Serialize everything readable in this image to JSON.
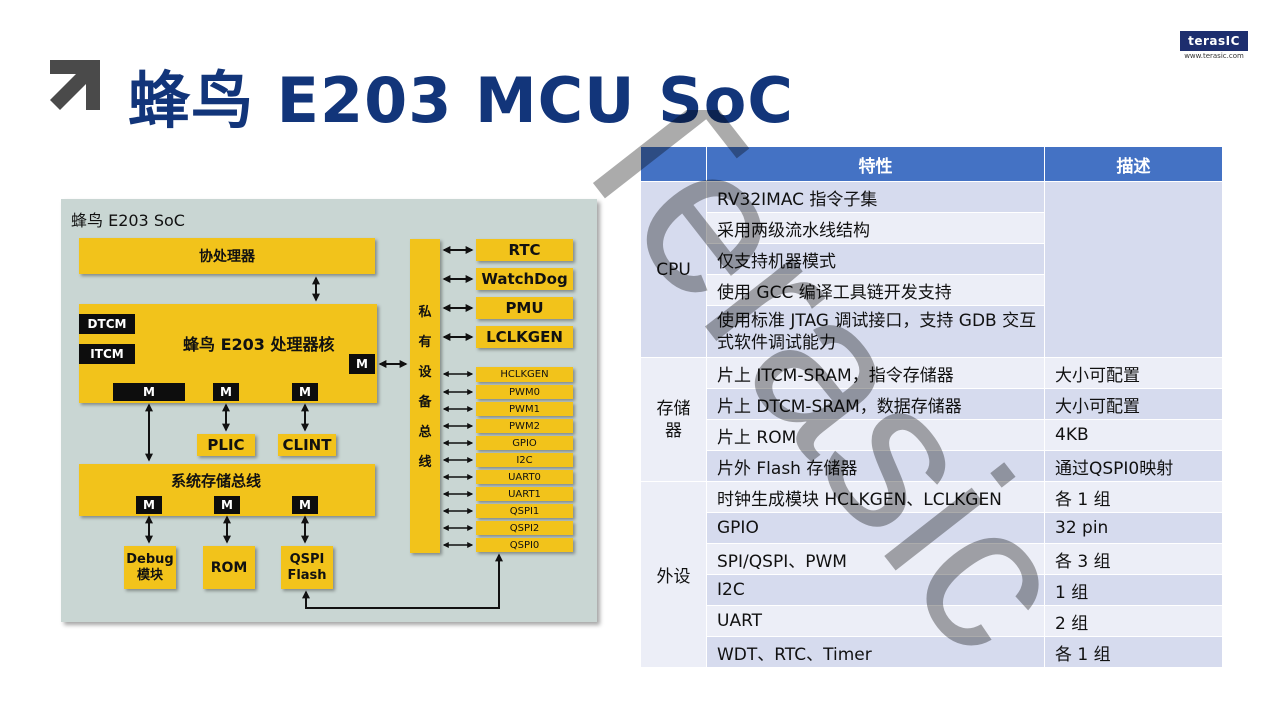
{
  "slide": {
    "title": "蜂鸟 E203 MCU SoC",
    "icons": {
      "title_arrow": "arrow-up-right-icon"
    }
  },
  "logo": {
    "brand": "terasIC",
    "url": "www.terasic.com"
  },
  "watermark": {
    "text": "Terasic"
  },
  "diagram": {
    "title": "蜂鸟 E203 SoC",
    "coprocessor": "协处理器",
    "core": "蜂鸟 E203 处理器核",
    "dtcm": "DTCM",
    "itcm": "ITCM",
    "master": "M",
    "plic": "PLIC",
    "clint": "CLINT",
    "system_bus": "系统存储总线",
    "debug": "Debug 模块",
    "rom": "ROM",
    "qspi_flash": "QSPI Flash",
    "private_bus_chars": [
      "私",
      "有",
      "设",
      "备",
      "总",
      "线"
    ],
    "private_peripherals": [
      "RTC",
      "WatchDog",
      "PMU",
      "LCLKGEN"
    ],
    "bus_peripherals": [
      "HCLKGEN",
      "PWM0",
      "PWM1",
      "PWM2",
      "GPIO",
      "I2C",
      "UART0",
      "UART1",
      "QSPI1",
      "QSPI2",
      "QSPI0"
    ],
    "colors": {
      "background": "#c9d6d3",
      "block": "#f2c31b",
      "master": "#0d0d0d"
    }
  },
  "table": {
    "headers": {
      "feature": "特性",
      "description": "描述"
    },
    "categories": {
      "cpu": "CPU",
      "storage": "存储器",
      "peripheral": "外设"
    },
    "rows": [
      {
        "feature": "RV32IMAC 指令子集",
        "description": ""
      },
      {
        "feature": "采用两级流水线结构",
        "description": ""
      },
      {
        "feature": "仅支持机器模式",
        "description": ""
      },
      {
        "feature": "使用 GCC 编译工具链开发支持",
        "description": ""
      },
      {
        "feature": "使用标准 JTAG 调试接口，支持 GDB 交互式软件调试能力",
        "description": ""
      },
      {
        "feature": "片上 ITCM-SRAM，指令存储器",
        "description": "大小可配置"
      },
      {
        "feature": "片上 DTCM-SRAM，数据存储器",
        "description": "大小可配置"
      },
      {
        "feature": "片上 ROM",
        "description": "4KB"
      },
      {
        "feature": "片外 Flash 存储器",
        "description": "通过QSPI0映射"
      },
      {
        "feature": "时钟生成模块 HCLKGEN、LCLKGEN",
        "description": "各 1 组"
      },
      {
        "feature": "GPIO",
        "description": "32 pin"
      },
      {
        "feature": "SPI/QSPI、PWM",
        "description": "各 3 组"
      },
      {
        "feature": "I2C",
        "description": "1 组"
      },
      {
        "feature": "UART",
        "description": "2 组"
      },
      {
        "feature": "WDT、RTC、Timer",
        "description": "各 1 组"
      }
    ],
    "colors": {
      "header": "#4472c4",
      "row_dark": "#d6dbee",
      "row_light": "#eceef7"
    }
  }
}
